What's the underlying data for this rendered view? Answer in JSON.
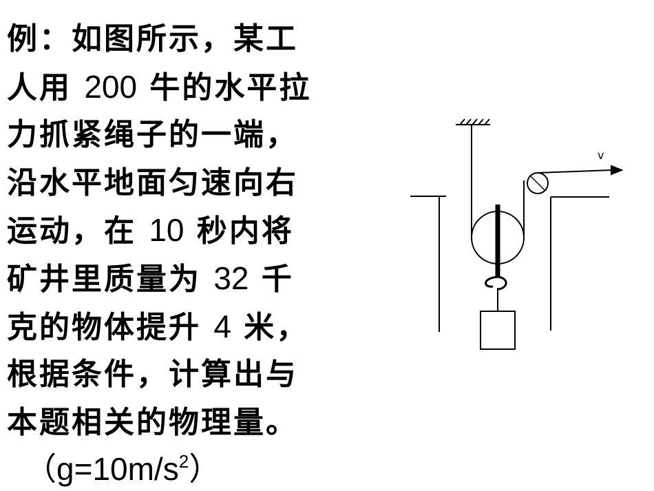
{
  "problem": {
    "lines": [
      {
        "parts": [
          "例：如图所示，某工"
        ]
      },
      {
        "parts": [
          "人用 ",
          "200",
          " 牛的水平拉"
        ]
      },
      {
        "parts": [
          "力抓紧绳子的一端，"
        ]
      },
      {
        "parts": [
          "沿水平地面匀速向右"
        ]
      },
      {
        "parts": [
          "运动，在 ",
          "10",
          " 秒内将"
        ]
      },
      {
        "parts": [
          "矿井里质量为 ",
          "32",
          " 千"
        ]
      },
      {
        "parts": [
          "克的物体提升 ",
          "4",
          " 米，"
        ]
      },
      {
        "parts": [
          "根据条件，计算出与"
        ]
      },
      {
        "parts": [
          "本题相关的物理量。"
        ]
      }
    ],
    "formula": {
      "open": "（",
      "body": "g=10m/s",
      "exponent": "2",
      "close": "）"
    }
  },
  "diagram": {
    "velocity_label": "v",
    "line_color": "#000000"
  }
}
